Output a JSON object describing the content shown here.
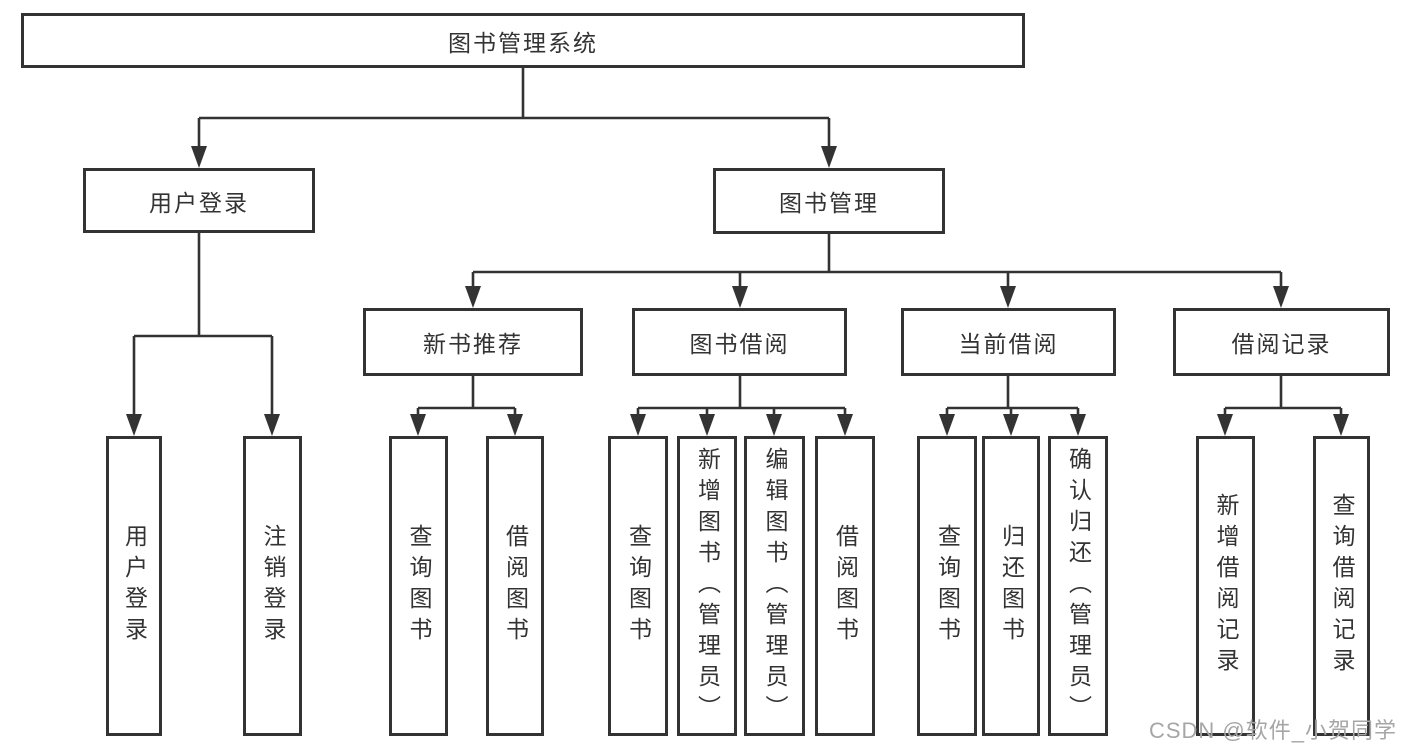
{
  "tree": {
    "root": {
      "label": "图书管理系统"
    },
    "branches": [
      {
        "label": "用户登录",
        "children": [
          "用户登录",
          "注销登录"
        ]
      },
      {
        "label": "图书管理",
        "groups": [
          {
            "label": "新书推荐",
            "children": [
              "查询图书",
              "借阅图书"
            ]
          },
          {
            "label": "图书借阅",
            "children": [
              "查询图书",
              "新增图书（管理员）",
              "编辑图书（管理员）",
              "借阅图书"
            ]
          },
          {
            "label": "当前借阅",
            "children": [
              "查询图书",
              "归还图书",
              "确认归还（管理员）"
            ]
          },
          {
            "label": "借阅记录",
            "children": [
              "新增借阅记录",
              "查询借阅记录"
            ]
          }
        ]
      }
    ]
  },
  "watermark": "CSDN @软件_小贺同学",
  "colors": {
    "line": "#333333",
    "text": "#333333",
    "watermark": "#a6a6a6"
  }
}
